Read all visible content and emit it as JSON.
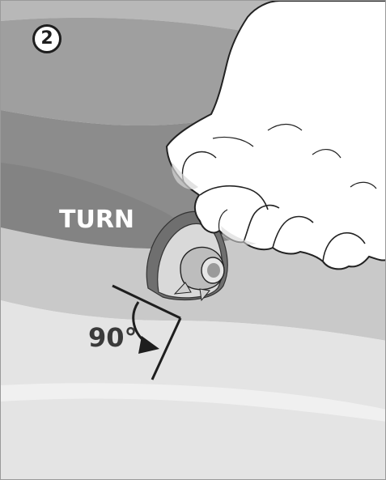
{
  "figure": {
    "step_number": "2",
    "action_label": "TURN",
    "angle_label": "90°"
  },
  "colors": {
    "background_light": "#ebebeb",
    "band_mid": "#cfcfcf",
    "band_dark": "#a9a9a9",
    "band_darker": "#8e8e8e",
    "hand_fill": "#ffffff",
    "outline": "#222222",
    "text_white": "#ffffff",
    "text_dark": "#3a3a3a"
  }
}
